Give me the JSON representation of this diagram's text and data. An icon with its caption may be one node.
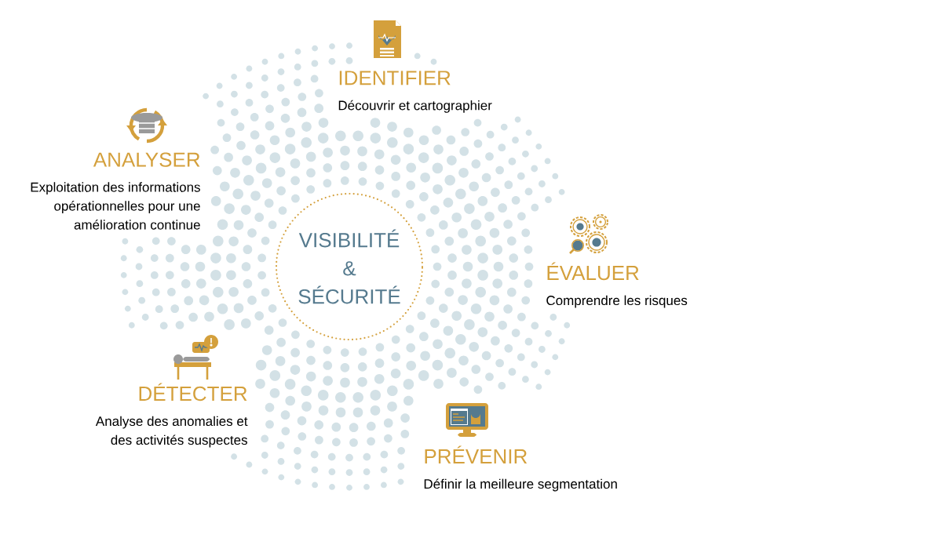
{
  "diagram": {
    "nodes": [
      {
        "text": [
          "VISIBILITÉ & SÉCURITÉ"
        ]
      },
      {
        "text": [
          "IDENTIFIER",
          "Découvrir et cartographier"
        ]
      },
      {
        "text": [
          "ANALYSER",
          "Exploitation des informations opérationnelles pour une amélioration continue"
        ]
      },
      {
        "text": [
          "ÉVALUER",
          "Comprendre les risques"
        ]
      },
      {
        "text": [
          "DÉTECTER",
          "Analyse des anomalies et des activités suspectes"
        ]
      },
      {
        "text": [
          "PRÉVENIR",
          "Définir la meilleure segmentation"
        ]
      }
    ]
  }
}
